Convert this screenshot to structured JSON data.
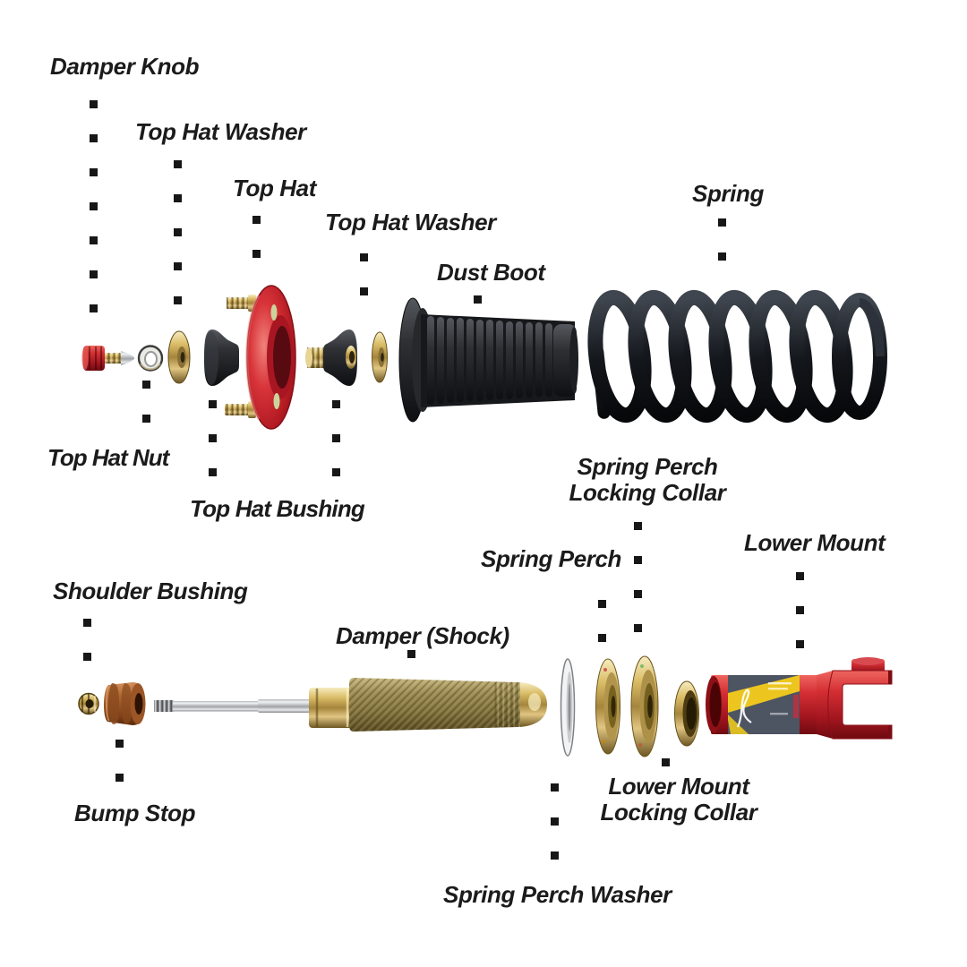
{
  "diagram": {
    "description": "Exploded view diagram of a coilover suspension assembly with part labels",
    "labels": {
      "damper_knob": "Damper Knob",
      "top_hat_washer_upper": "Top Hat Washer",
      "top_hat": "Top Hat",
      "top_hat_washer_inner": "Top Hat Washer",
      "dust_boot": "Dust Boot",
      "spring": "Spring",
      "top_hat_nut": "Top Hat Nut",
      "top_hat_bushing": "Top Hat Bushing",
      "spring_perch_locking_collar": "Spring Perch\nLocking Collar",
      "spring_perch": "Spring Perch",
      "lower_mount": "Lower Mount",
      "shoulder_bushing": "Shoulder Bushing",
      "damper_shock": "Damper (Shock)",
      "bump_stop": "Bump Stop",
      "lower_mount_locking_collar": "Lower Mount\nLocking Collar",
      "spring_perch_washer": "Spring Perch Washer"
    },
    "colors": {
      "background": "#ffffff",
      "label_text": "#1b1b1b",
      "leader_dot": "#171717",
      "anodized_red": "#c2242e",
      "zinc_gold": "#c9a84c",
      "rubber_black": "#26282c",
      "spring_black": "#14171c",
      "chrome": "#d6d8da",
      "bump_stop_brown": "#a85f2e",
      "damper_body_olive": "#998a52",
      "decal_gray": "#4d5462",
      "decal_yellow": "#ecc61f"
    }
  }
}
